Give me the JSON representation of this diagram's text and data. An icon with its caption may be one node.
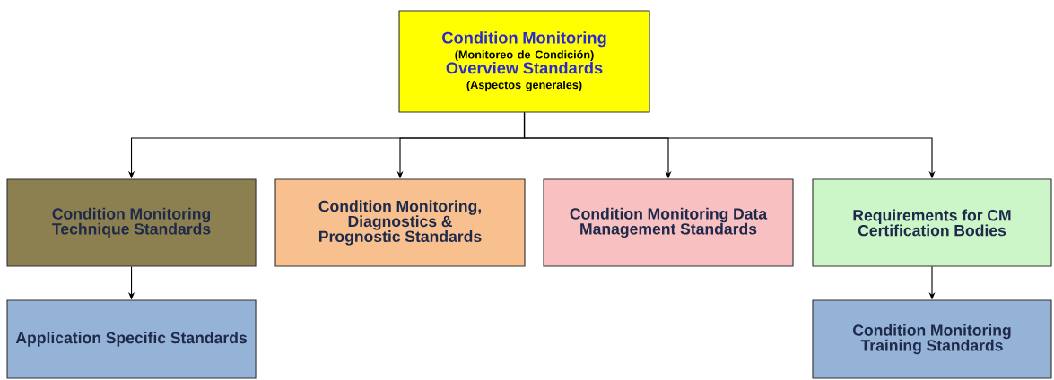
{
  "diagram": {
    "nodes": [
      {
        "text": [
          "Condition Monitoring",
          "(Monitoreo de Condición)",
          "Overview Standards",
          "(Aspectos generales)"
        ]
      },
      {
        "text": [
          "Condition Monitoring Technique Standards"
        ]
      },
      {
        "text": [
          "Condition Monitoring, Diagnostics & Prognostic Standards"
        ]
      },
      {
        "text": [
          "Condition Monitoring Data Management Standards"
        ]
      },
      {
        "text": [
          "Requirements for CM Certification Bodies"
        ]
      },
      {
        "text": [
          "Application Specific Standards"
        ]
      },
      {
        "text": [
          "Condition Monitoring Training Standards"
        ]
      }
    ],
    "edges": [
      {
        "from": 0,
        "to": 1,
        "arrow": "to"
      },
      {
        "from": 0,
        "to": 2,
        "arrow": "to"
      },
      {
        "from": 0,
        "to": 3,
        "arrow": "to"
      },
      {
        "from": 0,
        "to": 4,
        "arrow": "to"
      },
      {
        "from": 1,
        "to": 5,
        "arrow": "to"
      },
      {
        "from": 4,
        "to": 6,
        "arrow": "to"
      }
    ]
  }
}
